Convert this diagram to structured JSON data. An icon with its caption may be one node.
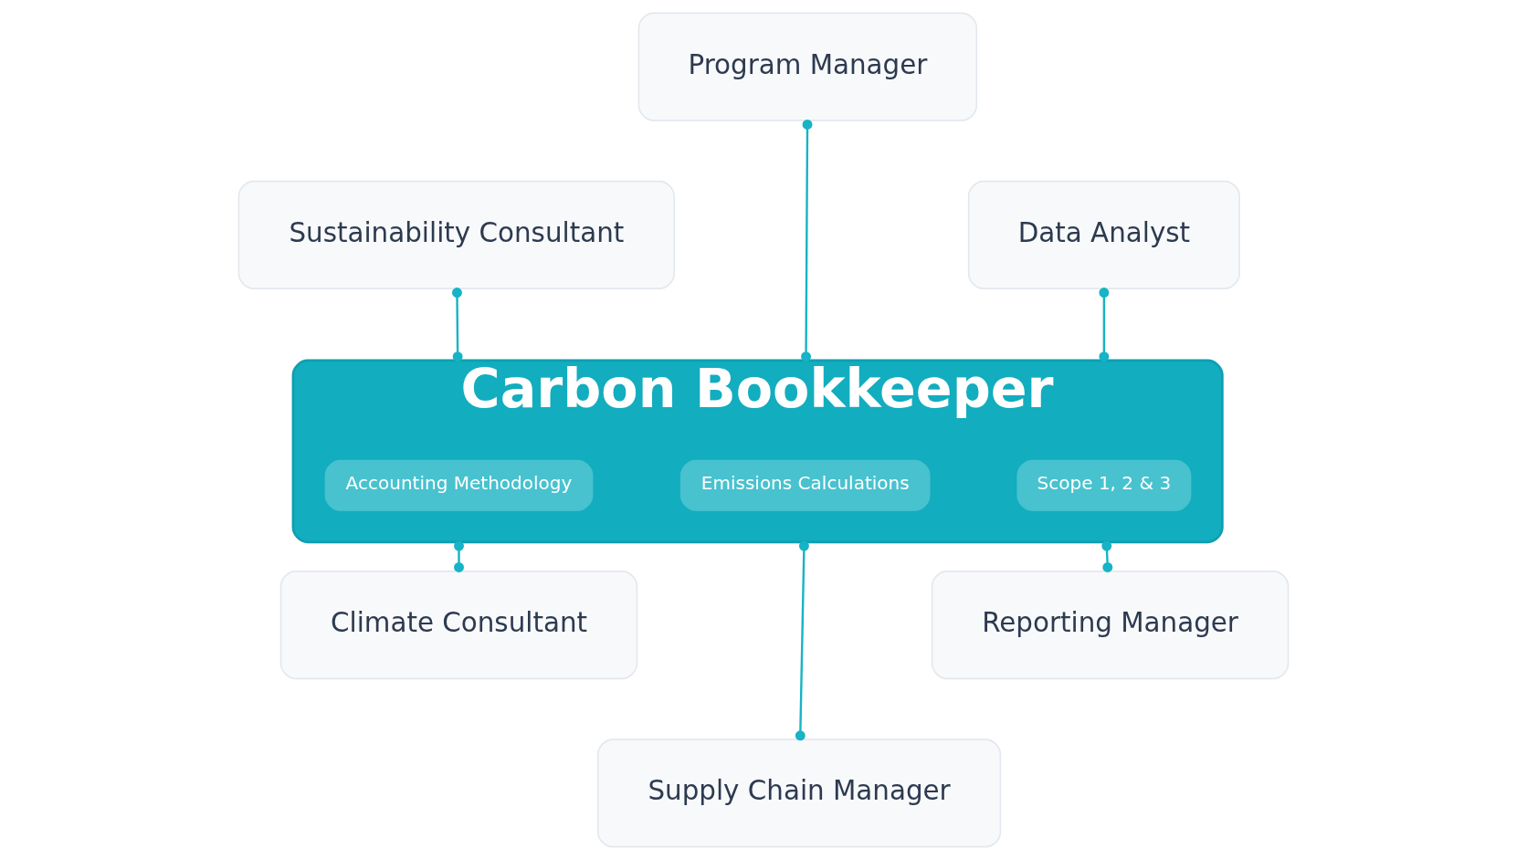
{
  "diagram": {
    "nodes": [
      {
        "text": [
          "Program Manager"
        ]
      },
      {
        "text": [
          "Sustainability Consultant"
        ]
      },
      {
        "text": [
          "Carbon Bookkeeper"
        ]
      },
      {
        "text": [
          "Accounting Methodology"
        ],
        "in": 2
      },
      {
        "text": [
          "Emissions Calculations"
        ],
        "in": 2
      },
      {
        "text": [
          "Scope 1, 2 & 3"
        ],
        "in": 2
      },
      {
        "text": [
          "Data Analyst"
        ]
      },
      {
        "text": [
          "Climate Consultant"
        ]
      },
      {
        "text": [
          "Reporting Manager"
        ]
      },
      {
        "text": [
          "Supply Chain Manager"
        ]
      }
    ],
    "edges": [
      {
        "from": 0,
        "to": 2,
        "arrow": "other"
      },
      {
        "from": 1,
        "to": 2,
        "arrow": "other"
      },
      {
        "from": 6,
        "to": 2,
        "arrow": "other"
      },
      {
        "from": 2,
        "to": 7,
        "arrow": "other"
      },
      {
        "from": 2,
        "to": 9,
        "arrow": "other"
      },
      {
        "from": 2,
        "to": 8,
        "arrow": "other"
      }
    ]
  }
}
